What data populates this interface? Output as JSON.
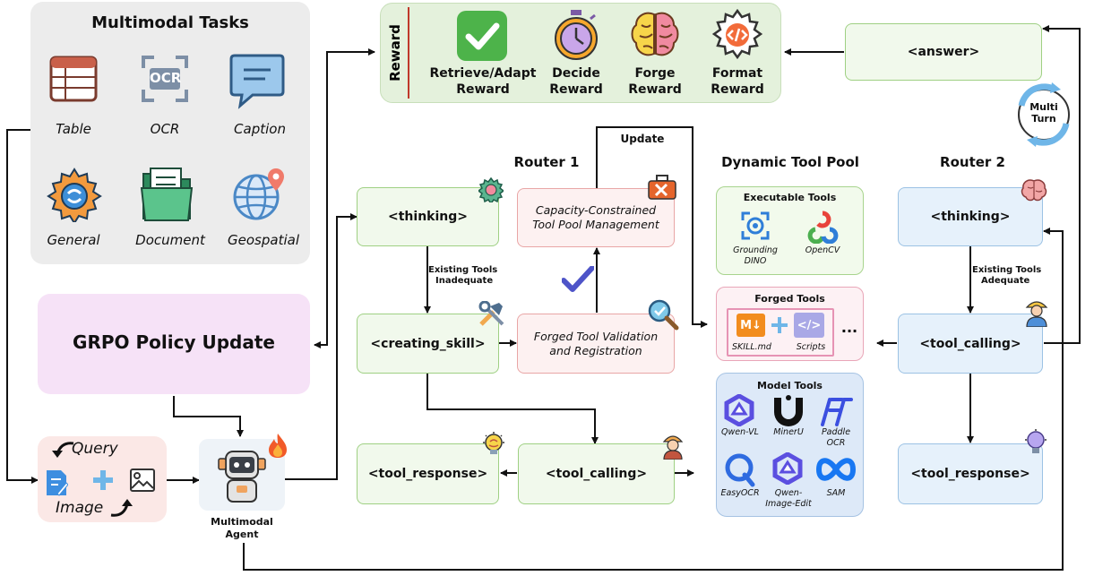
{
  "multimodal_tasks": {
    "title": "Multimodal Tasks",
    "items": [
      {
        "label": "Table",
        "icon": "table-icon"
      },
      {
        "label": "OCR",
        "icon": "ocr-icon"
      },
      {
        "label": "Caption",
        "icon": "caption-icon"
      },
      {
        "label": "General",
        "icon": "gear-icon"
      },
      {
        "label": "Document",
        "icon": "document-icon"
      },
      {
        "label": "Geospatial",
        "icon": "globe-icon"
      }
    ],
    "ocr_glyph": "OCR"
  },
  "reward": {
    "label": "Reward",
    "items": [
      {
        "label_line1": "Retrieve/Adapt",
        "label_line2": "Reward",
        "icon": "checkmark-icon"
      },
      {
        "label_line1": "Decide",
        "label_line2": "Reward",
        "icon": "stopwatch-icon"
      },
      {
        "label_line1": "Forge",
        "label_line2": "Reward",
        "icon": "brain-icon"
      },
      {
        "label_line1": "Format",
        "label_line2": "Reward",
        "icon": "code-gear-icon"
      }
    ]
  },
  "answer": "<answer>",
  "multi_turn": {
    "line1": "Multi",
    "line2": "Turn"
  },
  "grpo": "GRPO Policy Update",
  "input": {
    "query": "Query",
    "image": "Image"
  },
  "agent": {
    "line1": "Multimodal",
    "line2": "Agent"
  },
  "update_label": "Update",
  "router1": {
    "title": "Router 1",
    "thinking": "<thinking>",
    "creating_skill": "<creating_skill>",
    "tool_response": "<tool_response>",
    "tool_calling": "<tool_calling>",
    "capacity_line1": "Capacity-Constrained",
    "capacity_line2": "Tool Pool Management",
    "forged_line1": "Forged Tool Validation",
    "forged_line2": "and Registration",
    "inadequate_line1": "Existing Tools",
    "inadequate_line2": "Inadequate"
  },
  "tool_pool": {
    "title": "Dynamic Tool Pool",
    "executable": {
      "title": "Executable Tools",
      "tools": [
        {
          "line1": "Grounding",
          "line2": "DINO"
        },
        {
          "line1": "OpenCV",
          "line2": ""
        }
      ]
    },
    "forged": {
      "title": "Forged Tools",
      "skill": "SKILL.md",
      "scripts": "Scripts",
      "md_glyph": "M↓",
      "code_glyph": "</>",
      "ellipsis": "..."
    },
    "model": {
      "title": "Model Tools",
      "tools": [
        {
          "line1": "Qwen-VL",
          "line2": "",
          "line3": ""
        },
        {
          "line1": "MinerU",
          "line2": "",
          "line3": ""
        },
        {
          "line1": "Paddle",
          "line2": "OCR",
          "line3": ""
        },
        {
          "line1": "EasyOCR",
          "line2": "",
          "line3": ""
        },
        {
          "line1": "Qwen-",
          "line2": "Image-Edit",
          "line3": ""
        },
        {
          "line1": "SAM",
          "line2": "",
          "line3": ""
        }
      ]
    }
  },
  "router2": {
    "title": "Router 2",
    "thinking": "<thinking>",
    "tool_calling": "<tool_calling>",
    "tool_response": "<tool_response>",
    "adequate_line1": "Existing Tools",
    "adequate_line2": "Adequate"
  },
  "colors": {
    "tasks_bg": "#ececec",
    "reward_bg": "#e4f1dc",
    "reward_bar": "#c0392b",
    "router1_bg": "#fdf0e3",
    "pool_bg": "#e9f1fb",
    "router2_bg": "#fbf0f6",
    "grpo_bg": "#f6e2f7",
    "input_bg": "#fbe8e6"
  }
}
